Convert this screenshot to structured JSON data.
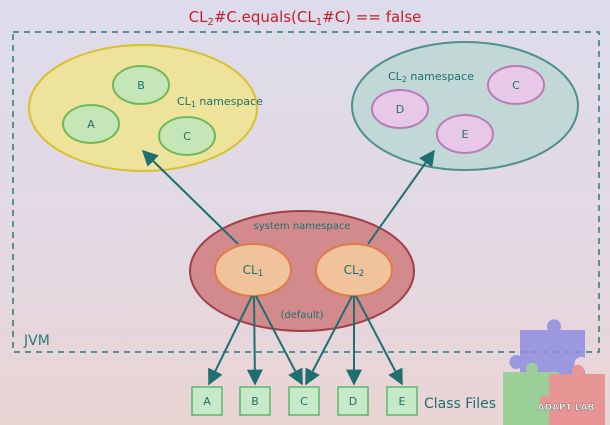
{
  "title": {
    "prefix": "CL",
    "sub1": "2",
    "mid": "#C.equals(CL",
    "sub2": "1",
    "suffix": "#C) == false"
  },
  "jvm_label": "JVM",
  "ns_cl1": {
    "label_prefix": "CL",
    "label_sub": "1",
    "label_suffix": " namespace",
    "classes": [
      "A",
      "B",
      "C"
    ]
  },
  "ns_cl2": {
    "label_prefix": "CL",
    "label_sub": "2",
    "label_suffix": " namespace",
    "classes": [
      "D",
      "C",
      "E"
    ]
  },
  "system_ns": {
    "label": "system namespace",
    "loader1": {
      "prefix": "CL",
      "sub": "1"
    },
    "loader2": {
      "prefix": "CL",
      "sub": "2"
    },
    "default_label": "(default)"
  },
  "class_files": {
    "items": [
      "A",
      "B",
      "C",
      "D",
      "E"
    ],
    "label": "Class Files"
  },
  "logo": {
    "text": "ADAPT LAB"
  },
  "colors": {
    "title": "#c0202a",
    "teal": "#1e6f6f",
    "jvm_border": "#2a7a7a",
    "yellow_fill": "#eee39a",
    "yellow_stroke": "#d8c030",
    "green_node_fill": "#c5e6b6",
    "green_node_stroke": "#72b85a",
    "blue_fill": "#c1d8d6",
    "blue_stroke": "#4f8f8c",
    "pink_node_fill": "#e8c8e8",
    "pink_node_stroke": "#b87cb8",
    "red_fill": "#d28a8c",
    "red_stroke": "#a04048",
    "orange_fill": "#f1c39a",
    "orange_stroke": "#e07a4a",
    "file_fill": "#c6e9c8",
    "file_stroke": "#5bb86a"
  }
}
